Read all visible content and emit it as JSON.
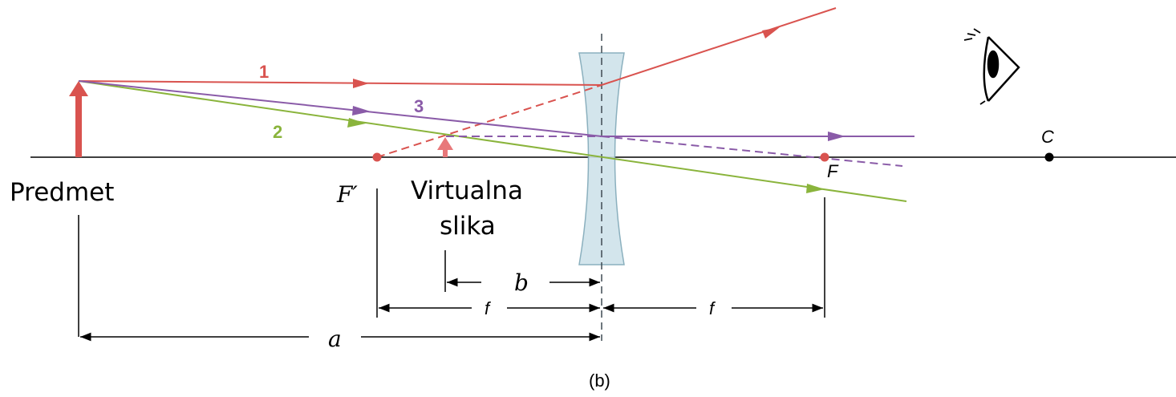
{
  "colors": {
    "axis": "#000000",
    "ray1": "#d9534f",
    "ray2": "#8ab43c",
    "ray3": "#8a5ba8",
    "lens_fill": "#cfe3ea",
    "lens_stroke": "#7fa8b8",
    "object": "#d9534f",
    "image": "#e8787a"
  },
  "labels": {
    "object": "Predmet",
    "focal_left": "F′",
    "focal_right": "F",
    "center": "C",
    "image_line1": "Virtualna",
    "image_line2": "slika",
    "dist_b": "b",
    "dist_f_left": "f",
    "dist_f_right": "f",
    "dist_a": "a",
    "ray1": "1",
    "ray2": "2",
    "ray3": "3",
    "caption": "(b)"
  },
  "icons": {
    "eye": "eye-icon"
  }
}
